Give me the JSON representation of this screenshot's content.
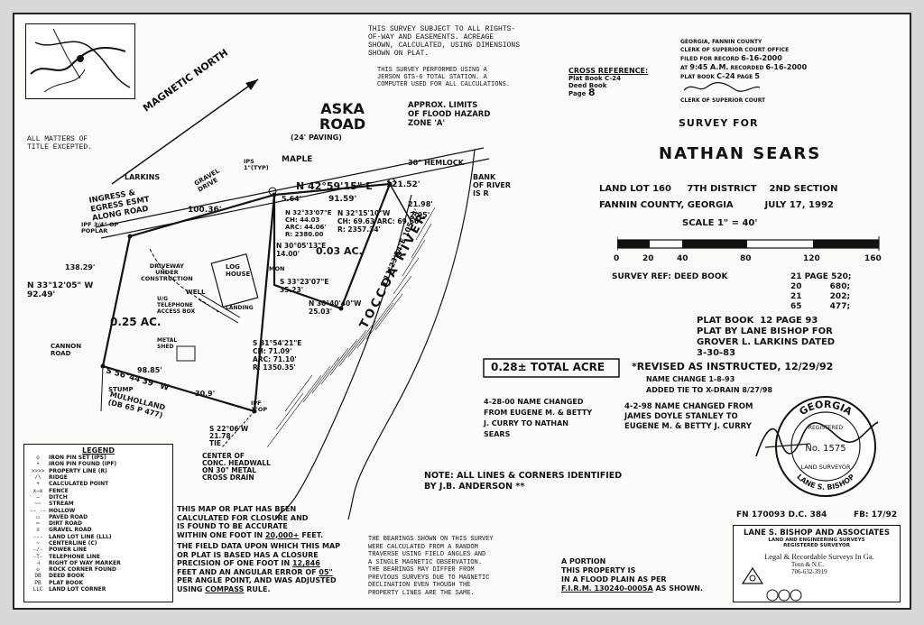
{
  "survey_notes": {
    "rights_of_way": "THIS SURVEY SUBJECT TO ALL RIGHTS-\nOF-WAY AND EASEMENTS. ACREAGE\nSHOWN, CALCULATED, USING DIMENSIONS\nSHOWN ON PLAT.",
    "instrument": "THIS SURVEY PERFORMED USING A\nJERSON GTS-6 TOTAL STATION. A\nCOMPUTER USED FOR ALL CALCULATIONS.",
    "title_exception": "ALL MATTERS OF\nTITLE EXCEPTED."
  },
  "cross_reference": {
    "heading": "CROSS REFERENCE:",
    "line1": "Plat Book C-24",
    "line2": "Deed Book",
    "page_label": "Page",
    "page_value": "8"
  },
  "clerk_stamp": {
    "county": "GEORGIA, FANNIN COUNTY",
    "office": "CLERK OF SUPERIOR COURT OFFICE",
    "filed_label": "FILED FOR RECORD",
    "filed_date": "6-16-2000",
    "time_label": "AT",
    "time_value": "9:45 A.M.",
    "recorded_label": "RECORDED",
    "recorded_date": "6-16-2000",
    "plat_book_label": "PLAT BOOK",
    "plat_book_value": "C-24",
    "page_label": "PAGE",
    "page_value": "5",
    "clerk_title": "CLERK OF SUPERIOR COURT"
  },
  "title_block": {
    "survey_for": "SURVEY FOR",
    "owner": "NATHAN SEARS",
    "land_lot": "LAND LOT 160     7TH DISTRICT    2ND SECTION",
    "county_date": "FANNIN COUNTY, GEORGIA          JULY 17, 1992",
    "scale": "SCALE 1\" = 40'",
    "scale_ticks": [
      "0",
      "20",
      "40",
      "80",
      "120",
      "160"
    ],
    "deed_refs_label": "SURVEY REF: DEED BOOK",
    "deed_refs": [
      {
        "book": "21",
        "page": "PAGE 520;"
      },
      {
        "book": "20",
        "page": "680;"
      },
      {
        "book": "21",
        "page": "202;"
      },
      {
        "book": "65",
        "page": "477;"
      }
    ],
    "plat_ref": "PLAT BOOK  12 PAGE 93\nPLAT BY LANE BISHOP FOR\nGROVER L. LARKINS DATED\n3-30-83",
    "revised": "*REVISED AS INSTRUCTED, 12/29/92",
    "name_change": "NAME CHANGE 1-8-93",
    "tie_note": "ADDED TIE TO X-DRAIN 8/27/98",
    "name_change_2": "4-2-98 NAME CHANGED FROM\nJAMES DOYLE STANLEY TO\nEUGENE M. & BETTY J. CURRY"
  },
  "plat": {
    "north_arrow": "MAGNETIC NORTH",
    "road_name": "ASKA\nROAD",
    "road_paving": "(24' PAVING)",
    "flood_zone": "APPROX. LIMITS\nOF FLOOD HAZARD\nZONE 'A'",
    "river": "TOCCOA  RIVER",
    "hemlock": "30\" HEMLOCK",
    "bank": "BANK\nOF RIVER\nIS R",
    "maple": "MAPLE",
    "larkins": "LARKINS",
    "ingress": "INGRESS &\nEGRESS ESMT\nALONG ROAD",
    "gravel": "GRAVEL\nDRIVE",
    "north_line": "N 42°59'15\" E",
    "north_dist_1": "5.64'",
    "north_dist_2": "91.59'",
    "north_dist_3": "121.52'",
    "curve": "N 32°33'07\"E\nCH: 44.03\nARC: 44.06'\nR: 2380.00",
    "curve_2": "N 32°15'10\"W\nCH: 69.63 ARC: 69.66\nR: 2357.34'",
    "bearing_w": "N 33°12'05\" W\n92.49'",
    "dist_100": "100.36'",
    "dist_138": "138.29'",
    "sw_line": "S 56°44'39\" W",
    "sw_dist": "98.85'",
    "dist_30": "30.9'",
    "s31": "S 31°54'21\"E\nCH: 71.09'\nARC: 71.10'\nR: 1350.35'",
    "s33": "S 33°23'07\"E\n35.23'",
    "n3": "N 30°40'40\"W\n25.03'",
    "s11": "S 11°23'54\"E 105.74'",
    "n30": "N 30°05'13\"E\n14.00'",
    "acre_main": "0.25 AC.",
    "acre_small": "0.03 AC.",
    "dist_21": "21.98'",
    "dist_295": "2.95'",
    "total_acre": "0.28± TOTAL ACRE",
    "driveway": "DRIVEWAY\nUNDER\nCONSTRUCTION",
    "well": "WELL",
    "telephone": "U/G\nTELEPHONE\nACCESS BOX",
    "landing": "LANDING",
    "house": "LOG\nHOUSE",
    "metal_shed": "METAL\nSHED",
    "stump": "STUMP",
    "mulholland": "MULHOLLAND\n(DB 65 P 477)",
    "cannon": "CANNON\nROAD",
    "cross_drain": "S 22°06'W\n21.78\nTIE",
    "drain_note": "CENTER OF\nCONC. HEADWALL\nON 30\" METAL\nCROSS DRAIN",
    "ipf": "IPF 3/4\" OP\nPOPLAR",
    "ipf_note": "IPS\n1\"(TYP)",
    "mon": "MON",
    "ipf2": "IPF\n1\"OP",
    "name_change_old": "4-28-00 NAME CHANGED\nFROM EUGENE M. & BETTY\nJ. CURRY TO NATHAN\nSEARS",
    "lines_note": "NOTE: ALL LINES & CORNERS IDENTIFIED\nBY J.B. ANDERSON **"
  },
  "legend": {
    "title": "LEGEND",
    "items": [
      {
        "sym": "o",
        "text": "IRON PIN SET (IPS)"
      },
      {
        "sym": "•",
        "text": "IRON PIN FOUND (IPF)"
      },
      {
        "sym": ">>>>",
        "text": "PROPERTY LINE (R)"
      },
      {
        "sym": "/\\",
        "text": "RIDGE"
      },
      {
        "sym": "+",
        "text": "CALCULATED POINT"
      },
      {
        "sym": "x—x",
        "text": "FENCE"
      },
      {
        "sym": "—",
        "text": "DITCH"
      },
      {
        "sym": "~~",
        "text": "STREAM"
      },
      {
        "sym": "-- --",
        "text": "HOLLOW"
      },
      {
        "sym": "▭",
        "text": "PAVED ROAD"
      },
      {
        "sym": "═",
        "text": "DIRT ROAD"
      },
      {
        "sym": "≡",
        "text": "GRAVEL ROAD"
      },
      {
        "sym": "---",
        "text": "LAND LOT LINE (LLL)"
      },
      {
        "sym": "~",
        "text": "CENTERLINE (C)"
      },
      {
        "sym": "-/-",
        "text": "POWER LINE"
      },
      {
        "sym": "-T-",
        "text": "TELEPHONE LINE"
      },
      {
        "sym": "⊣",
        "text": "RIGHT OF WAY MARKER"
      },
      {
        "sym": "◇",
        "text": "ROCK CORNER FOUND"
      },
      {
        "sym": "DB",
        "text": "DEED BOOK"
      },
      {
        "sym": "PB",
        "text": "PLAT BOOK"
      },
      {
        "sym": "LLC",
        "text": "LAND LOT CORNER"
      }
    ]
  },
  "closure_note": {
    "part1": "THIS MAP OR PLAT HAS BEEN\nCALCULATED FOR CLOSURE AND\nIS FOUND TO BE ACCURATE\nWITHIN ONE FOOT IN",
    "part1_value": "20,000+",
    "part1_end": "FEET.",
    "part2": "THE FIELD DATA UPON WHICH THIS MAP\nOR PLAT IS BASED HAS A CLOSURE\nPRECISION OF ONE FOOT IN",
    "part2_value": "12,846",
    "part3": "FEET AND AN ANGULAR ERROR OF",
    "part3_value": "05\"",
    "part4": "PER ANGLE POINT, AND WAS ADJUSTED\nUSING",
    "part4_value": "COMPASS",
    "part4_end": "RULE."
  },
  "bearings_note": "THE BEARINGS SHOWN ON THIS SURVEY\nWERE CALCULATED FROM A RANDOM\nTRAVERSE USING FIELD ANGLES AND\nA SINGLE MAGNETIC OBSERVATION.\nTHE BEARINGS MAY DIFFER FROM\nPREVIOUS SURVEYS DUE TO MAGNETIC\nDECLINATION EVEN THOUGH THE\nPROPERTY LINES ARE THE SAME.",
  "flood_note": {
    "portion": "A PORTION",
    "text": "THIS PROPERTY IS\nIN A FLOOD PLAIN AS PER",
    "firm": "F.I.R.M. 130240-0005A",
    "shown": "AS SHOWN."
  },
  "seal": {
    "state": "GEORGIA",
    "registered": "REGISTERED",
    "number": "No. 1575",
    "role": "LAND SURVEYOR",
    "name": "LANE S. BISHOP"
  },
  "file_ref": "FN 170093  D.C. 384",
  "file_ref_2": "FB: 17/92",
  "firm_box": {
    "name": "LANE S. BISHOP AND ASSOCIATES",
    "sub1": "LAND AND ENGINEERING SURVEYS",
    "sub2": "REGISTERED SURVEYOR",
    "line3": "Legal & Recordable Surveys In Ga.",
    "line4": "Tenn & N.C.",
    "phone": "706-632-3919"
  }
}
